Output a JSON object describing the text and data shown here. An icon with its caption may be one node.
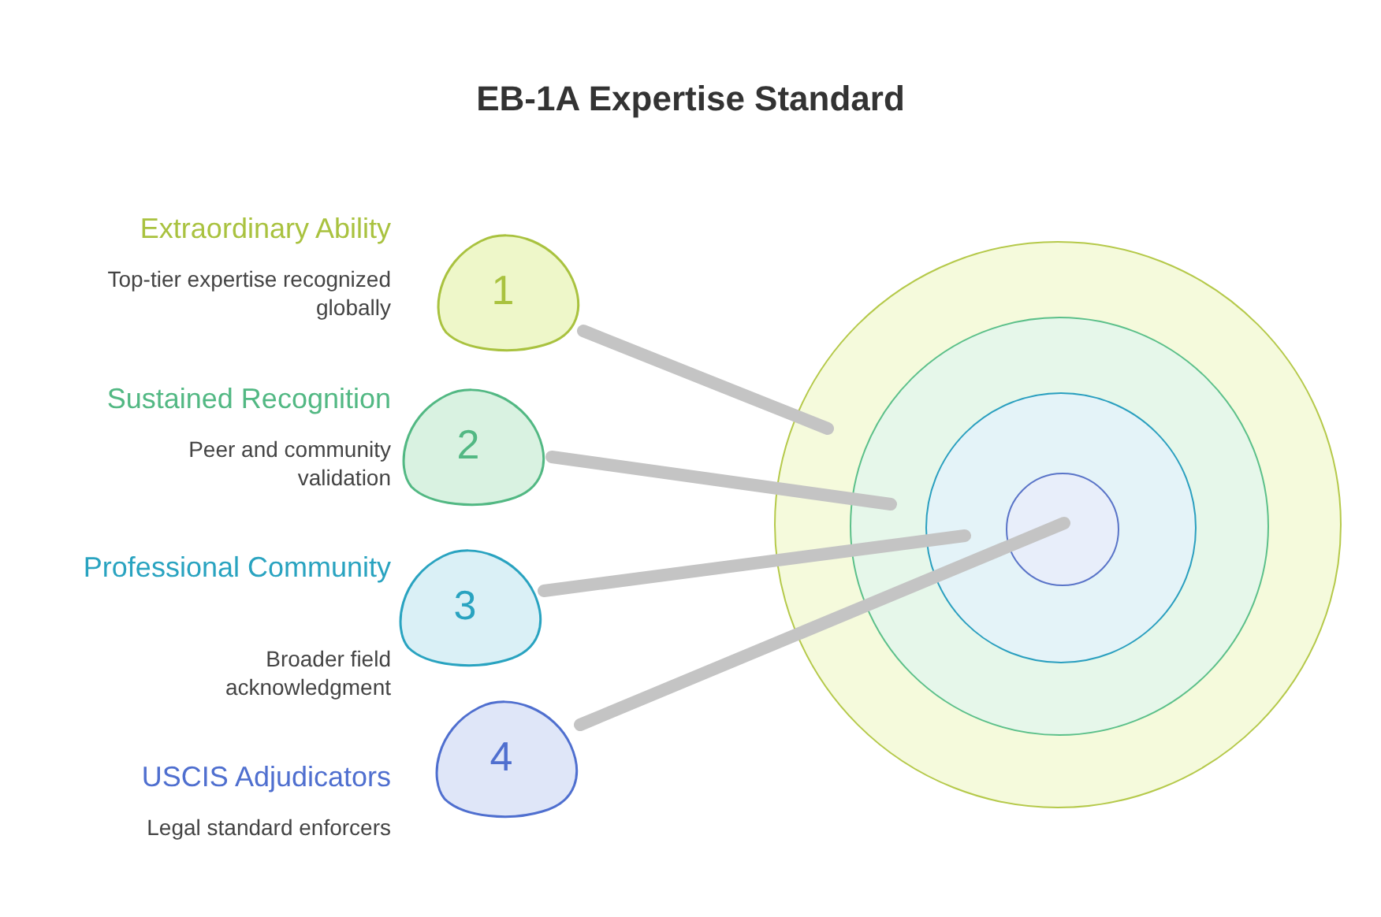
{
  "diagram": {
    "title": "EB-1A Expertise Standard",
    "nodes": [
      {
        "text": [
          "1"
        ],
        "beside": [
          "Extraordinary Ability",
          "Top-tier expertise recognized globally"
        ]
      },
      {
        "text": [
          "2"
        ],
        "beside": [
          "Sustained Recognition",
          "Peer and community validation"
        ]
      },
      {
        "text": [
          "3"
        ],
        "beside": [
          "Professional Community",
          "Broader field acknowledgment"
        ]
      },
      {
        "text": [
          "4"
        ],
        "beside": [
          "USCIS Adjudicators",
          "Legal standard enforcers"
        ]
      },
      {
        "text": [],
        "shape": "circle"
      },
      {
        "text": [],
        "shape": "circle",
        "in": 4
      },
      {
        "text": [],
        "shape": "circle",
        "in": 5
      },
      {
        "text": [],
        "shape": "circle",
        "in": 6
      }
    ],
    "edges": [
      {
        "from": 0,
        "to": 4,
        "arrow": "none"
      },
      {
        "from": 1,
        "to": 5,
        "arrow": "none"
      },
      {
        "from": 2,
        "to": 6,
        "arrow": "none"
      },
      {
        "from": 3,
        "to": 7,
        "arrow": "none"
      }
    ]
  }
}
